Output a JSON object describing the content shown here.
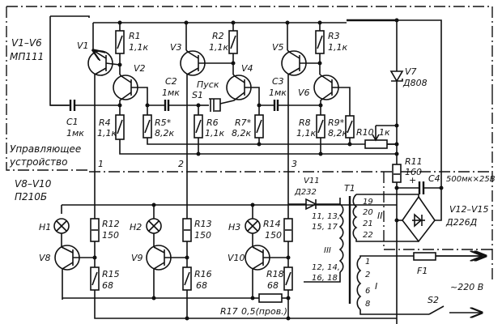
{
  "groups": {
    "control_transistors": {
      "ref": "V1–V6",
      "type": "МП111"
    },
    "power_transistors": {
      "ref": "V8–V10",
      "type": "П210Б"
    },
    "control_unit_label": [
      "Управляющее",
      "устройство"
    ]
  },
  "nodes": {
    "n1": "1",
    "n2": "2",
    "n3": "3"
  },
  "transistors": [
    {
      "ref": "V1"
    },
    {
      "ref": "V2"
    },
    {
      "ref": "V3"
    },
    {
      "ref": "V4"
    },
    {
      "ref": "V5"
    },
    {
      "ref": "V6"
    },
    {
      "ref": "V8"
    },
    {
      "ref": "V9"
    },
    {
      "ref": "V10"
    }
  ],
  "resistors": {
    "R1": {
      "ref": "R1",
      "value": "1,1к"
    },
    "R2": {
      "ref": "R2",
      "value": "1,1к"
    },
    "R3": {
      "ref": "R3",
      "value": "1,1к"
    },
    "R4": {
      "ref": "R4",
      "value": "1,1к"
    },
    "R5": {
      "ref": "R5*",
      "value": "8,2к"
    },
    "R6": {
      "ref": "R6",
      "value": "1,1к"
    },
    "R7": {
      "ref": "R7*",
      "value": "8,2к"
    },
    "R8": {
      "ref": "R8",
      "value": "1,1к"
    },
    "R9": {
      "ref": "R9*",
      "value": "8,2к"
    },
    "R10": {
      "ref": "R10",
      "value": "1к"
    },
    "R11": {
      "ref": "R11",
      "value": "160"
    },
    "R12": {
      "ref": "R12",
      "value": "150"
    },
    "R13": {
      "ref": "R13",
      "value": "150"
    },
    "R14": {
      "ref": "R14",
      "value": "150"
    },
    "R15": {
      "ref": "R15",
      "value": "68"
    },
    "R16": {
      "ref": "R16",
      "value": "68"
    },
    "R17": {
      "ref": "R17",
      "value": "0,5(пров.)"
    },
    "R18": {
      "ref": "R18",
      "value": "68"
    }
  },
  "capacitors": {
    "C1": {
      "ref": "C1",
      "value": "1мк"
    },
    "C2": {
      "ref": "C2",
      "value": "1мк"
    },
    "C3": {
      "ref": "C3",
      "value": "1мк"
    },
    "C4": {
      "ref": "C4",
      "value": "500мк×25В"
    }
  },
  "diodes": {
    "V7": {
      "ref": "V7",
      "type": "Д808"
    },
    "V11": {
      "ref": "V11",
      "type": "Д232"
    },
    "bridge": {
      "ref": "V12–V15",
      "type": "Д226Д"
    }
  },
  "lamps": [
    "H1",
    "H2",
    "H3"
  ],
  "switches": {
    "S1": {
      "ref": "S1",
      "label": "Пуск"
    },
    "S2": {
      "ref": "S2"
    }
  },
  "fuse": {
    "ref": "F1"
  },
  "transformer": {
    "ref": "T1",
    "winding_I": {
      "name": "I",
      "pins": [
        "1",
        "2",
        "6",
        "8"
      ]
    },
    "winding_II": {
      "name": "II",
      "pins": [
        "19",
        "20",
        "21",
        "22"
      ]
    },
    "winding_III": {
      "name": "III",
      "pins_top": "11, 13,",
      "pins_top2": "15, 17",
      "pins_bot": "12, 14,",
      "pins_bot2": "16, 18"
    }
  },
  "mains": {
    "label": "~220 В"
  }
}
